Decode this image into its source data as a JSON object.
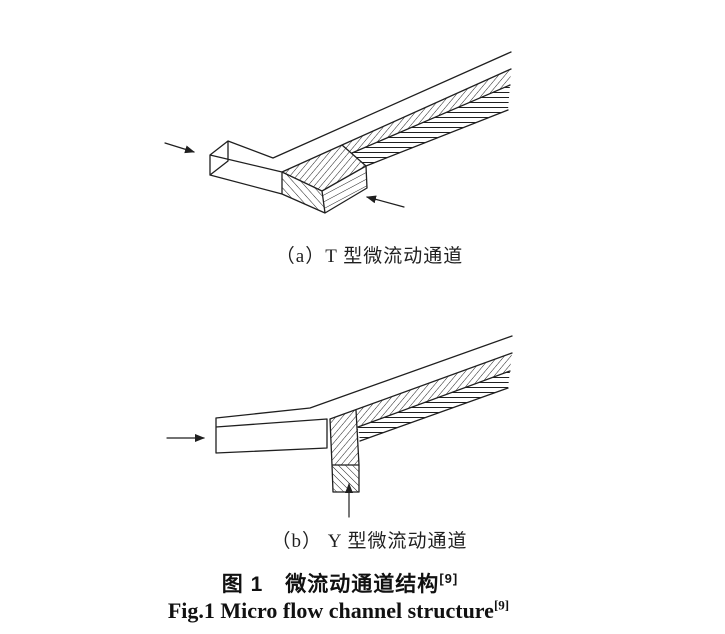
{
  "figure": {
    "caption_a": "（a）T 型微流动通道",
    "caption_b": "（b） Y 型微流动通道",
    "title_zh": "图 1　微流动通道结构",
    "title_zh_sup": "[9]",
    "title_en": "Fig.1 Micro flow channel structure",
    "title_en_sup": "[9]",
    "colors": {
      "line": "#1f1f1f",
      "background": "#ffffff"
    },
    "diagram_a": {
      "name": "T 型微流动通道",
      "arrows": [
        "inlet-arrow",
        "channel-outlet-arrow"
      ]
    },
    "diagram_b": {
      "name": "Y 型微流动通道",
      "arrows": [
        "inlet-arrow",
        "branch-inlet-arrow"
      ]
    }
  }
}
